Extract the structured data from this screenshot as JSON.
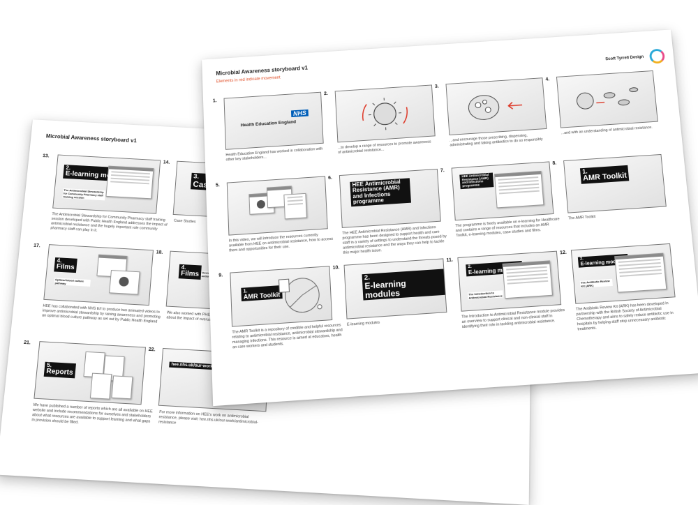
{
  "back": {
    "title": "Microbial Awareness storyboard v1",
    "frames": [
      {
        "num": "13.",
        "tag_num": "2.",
        "tag": "E-learning modules",
        "small": "The Antimicrobial Stewardship for Community Pharmacy staff training session",
        "caption": "The Antimicrobial Stewardship for Community Pharmacy staff training session developed with Public Health England addresses the impact of antimicrobial resistance and the hugely important role community pharmacy staff can play in it."
      },
      {
        "num": "14.",
        "tag_num": "3.",
        "tag": "Case studies",
        "caption": "Case Studies"
      },
      {
        "num": "17.",
        "tag_num": "4.",
        "tag": "Films",
        "small": "Optimal blood culture pathway",
        "caption": "HEE has collaborated with NHS E/I to produce two animated videos to improve antimicrobial stewardship by raising awareness and promoting an optimal blood culture pathway as set out by Public Health England"
      },
      {
        "num": "18.",
        "tag_num": "4.",
        "tag": "Films",
        "small": "Overusing antibiotics",
        "caption": "We also worked with PHE to develop introductory films about the impact of overusing antibiotics."
      },
      {
        "num": "21.",
        "tag_num": "5.",
        "tag": "Reports",
        "caption": "We have published a number of reports which are all available on HEE website and include recommendations for ourselves and stakeholders about what resources are available to support learning and what gaps in provision should be filled."
      },
      {
        "num": "22.",
        "url": "hee.nhs.uk/our-work/antimicrobial-resistance",
        "caption": "For more information on HEE's work on antimicrobial resistance, please visit: hee.nhs.uk/our-work/antimicrobial-resistance"
      }
    ]
  },
  "front": {
    "title": "Microbial Awareness storyboard v1",
    "subtitle": "Elements in red indicate movement",
    "brand": "Scott Tyrrell Design",
    "nhs": "NHS",
    "hee_name": "Health Education England",
    "frames": [
      {
        "num": "1.",
        "caption": "Health Education England has worked in collaboration with other key stakeholders..."
      },
      {
        "num": "2.",
        "caption": "...to develop a range of resources to promote awareness of antimicrobial resistance..."
      },
      {
        "num": "3.",
        "caption": "...and encourage those prescribing, dispensing, administrating and taking antibiotics to do so responsibly"
      },
      {
        "num": "4.",
        "caption": "...and with an understanding of antimicrobial resistance."
      },
      {
        "num": "5.",
        "caption": "In this video, we will introduce the resources currently available from HEE on antimicrobial resistance, how to access them and opportunities for their use."
      },
      {
        "num": "6.",
        "tag": "HEE Antimicrobial Resistance (AMR) and Infections programme",
        "caption": "The HEE Antimicrobial Resistance (AMR) and Infections programme has been designed to support health and care staff in a variety of settings to understand the threats posed by antimicrobial resistance and the ways they can help to tackle this major health issue."
      },
      {
        "num": "7.",
        "tag": "HEE Antimicrobial Resistance (AMR) and Infections programme",
        "caption": "The programme is freely available on e-learning for Healthcare and contains a range of resources that includes an AMR Toolkit, e-learning modules, case studies and films."
      },
      {
        "num": "8.",
        "tag_num": "1.",
        "tag": "AMR Toolkit",
        "caption": "The AMR Toolkit"
      },
      {
        "num": "9.",
        "tag_num": "1.",
        "tag": "AMR Toolkit",
        "caption": "The AMR Toolkit is a repository of credible and helpful resources relating to antimicrobial resistance, antimicrobial stewardship and managing infections. This resource is aimed at educators, health an care workers and students."
      },
      {
        "num": "10.",
        "tag_num": "2.",
        "tag": "E-learning modules",
        "caption": "E-learning modules"
      },
      {
        "num": "11.",
        "tag_num": "2.",
        "tag": "E-learning modules",
        "small": "The Introduction to Antimicrobial Resistance",
        "caption": "The Introduction to Antimicrobial Resistance module provides an overview to support clinical and non-clinical staff in identifying their role in tackling antimicrobial resistance."
      },
      {
        "num": "12.",
        "tag_num": "2.",
        "tag": "E-learning modules",
        "small": "The Antibiotic Review Kit (ARK)",
        "caption": "The Antibiotic Review Kit (ARK) has been developed in partnership with the British Society of Antimicrobial Chemotherapy and aims to safely reduce antibiotic use in hospitals by helping staff stop unnecessary antibiotic treatments."
      }
    ]
  }
}
